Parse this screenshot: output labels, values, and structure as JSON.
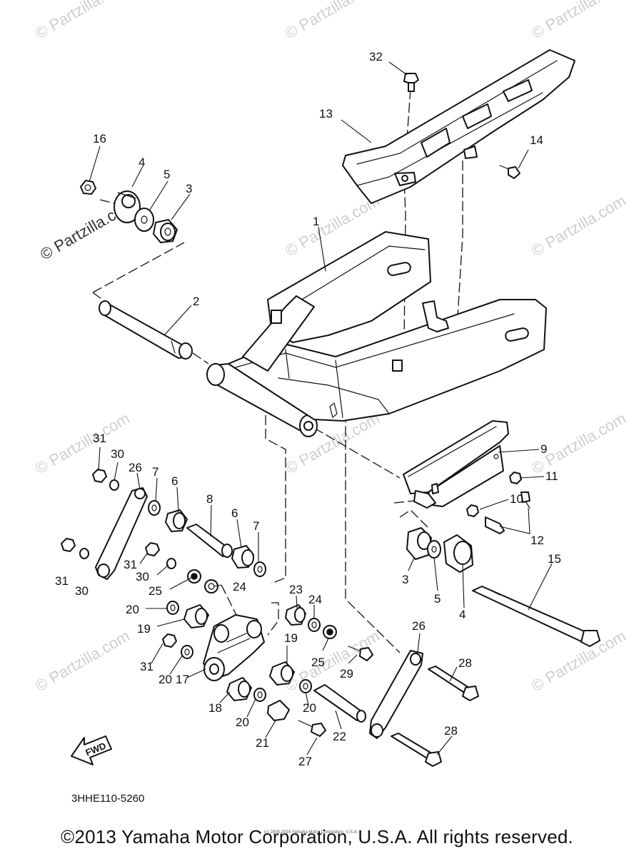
{
  "watermark_text": "© Partzilla.com",
  "drawing_code": "3HHE110-5260",
  "fwd_label": "FWD",
  "copyright": "©2013 Yamaha Motor Corporation, U.S.A. All rights reserved.",
  "small_copyright": "(c) 2005-2016 Yamaha Motor Corporation, U.S.A.",
  "part_labels": [
    "32",
    "13",
    "14",
    "16",
    "4",
    "5",
    "3",
    "1",
    "2",
    "9",
    "11",
    "10",
    "12",
    "15",
    "3",
    "5",
    "4",
    "31",
    "30",
    "26",
    "7",
    "6",
    "8",
    "6",
    "7",
    "31",
    "30",
    "31",
    "30",
    "25",
    "24",
    "23",
    "24",
    "20",
    "19",
    "19",
    "25",
    "29",
    "26",
    "31",
    "20",
    "17",
    "28",
    "18",
    "20",
    "20",
    "21",
    "22",
    "28",
    "27"
  ]
}
